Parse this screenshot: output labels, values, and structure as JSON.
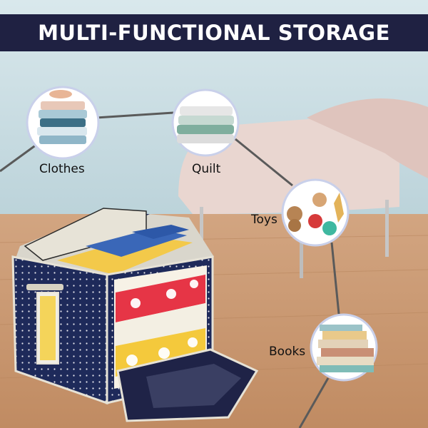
{
  "banner": {
    "title": "MULTI-FUNCTIONAL STORAGE",
    "background": "#1f2142",
    "text_color": "#ffffff"
  },
  "features": [
    {
      "label": "Clothes",
      "icon": "folded-clothes-icon"
    },
    {
      "label": "Quilt",
      "icon": "folded-quilt-icon"
    },
    {
      "label": "Toys",
      "icon": "stuffed-toys-icon"
    },
    {
      "label": "Books",
      "icon": "book-stack-icon"
    }
  ],
  "colors": {
    "wall": "#c9dde3",
    "floor": "#c99a76",
    "connector_lines": "#5a5a5a",
    "box_navy": "#1e2a5a",
    "circle_border": "#c9d0ea"
  }
}
